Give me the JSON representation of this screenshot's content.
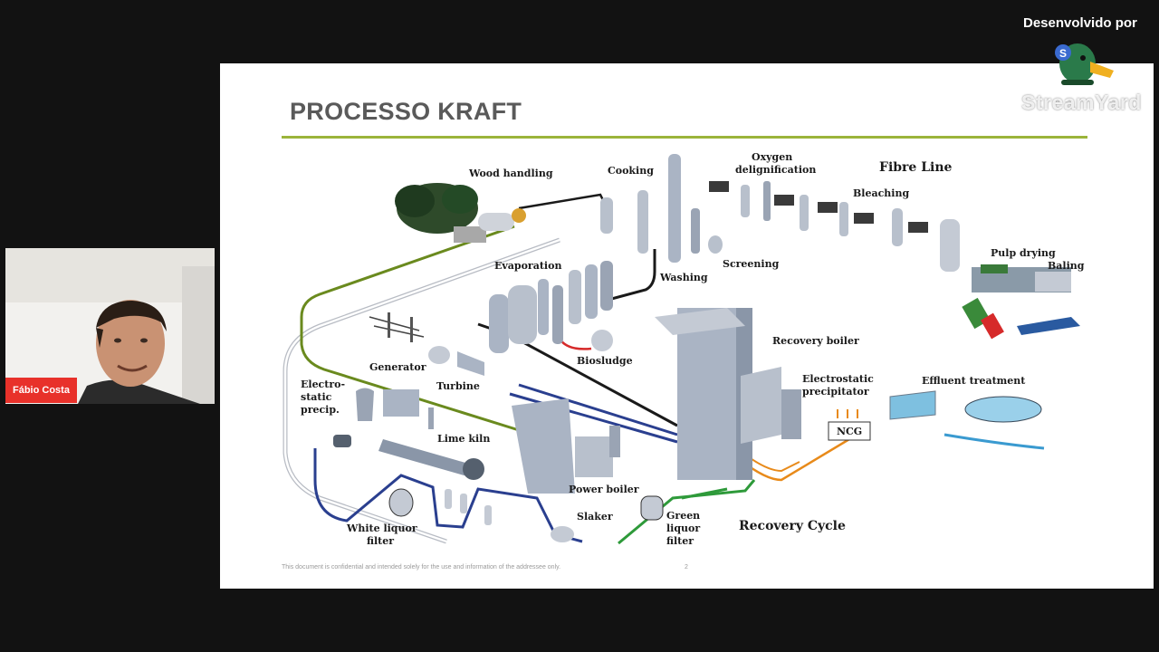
{
  "slide": {
    "title": "PROCESSO KRAFT",
    "footer_note": "This document is confidential and intended solely for the use and information of the addressee only.",
    "page_number": "2",
    "labels": {
      "wood_handling": "Wood handling",
      "cooking": "Cooking",
      "oxygen_line1": "Oxygen",
      "oxygen_line2": "delignification",
      "fibre_line": "Fibre Line",
      "bleaching": "Bleaching",
      "washing": "Washing",
      "screening": "Screening",
      "pulp_drying": "Pulp drying",
      "baling": "Baling",
      "evaporation": "Evaporation",
      "biosludge": "Biosludge",
      "recovery_boiler": "Recovery boiler",
      "esp_line1": "Electrostatic",
      "esp_line2": "precipitator",
      "effluent_treatment": "Effluent treatment",
      "ncg": "NCG",
      "generator": "Generator",
      "turbine": "Turbine",
      "electro_line1": "Electro-",
      "electro_line2": "static",
      "electro_line3": "precip.",
      "lime_kiln": "Lime kiln",
      "power_boiler": "Power boiler",
      "slaker": "Slaker",
      "green_liquor_line1": "Green",
      "green_liquor_line2": "liquor",
      "green_liquor_line3": "filter",
      "white_liquor_line1": "White liquor",
      "white_liquor_line2": "filter",
      "recovery_cycle": "Recovery Cycle"
    }
  },
  "participant": {
    "name": "Fábio Costa"
  },
  "branding": {
    "developed_by": "Desenvolvido por",
    "name": "StreamYard"
  },
  "colors": {
    "background": "#121212",
    "title_rule": "#9bb43a",
    "name_tag": "#e8312a",
    "green_line": "#6a8a1e",
    "blue_line": "#2a3f8f",
    "orange_line": "#e88a1a"
  }
}
